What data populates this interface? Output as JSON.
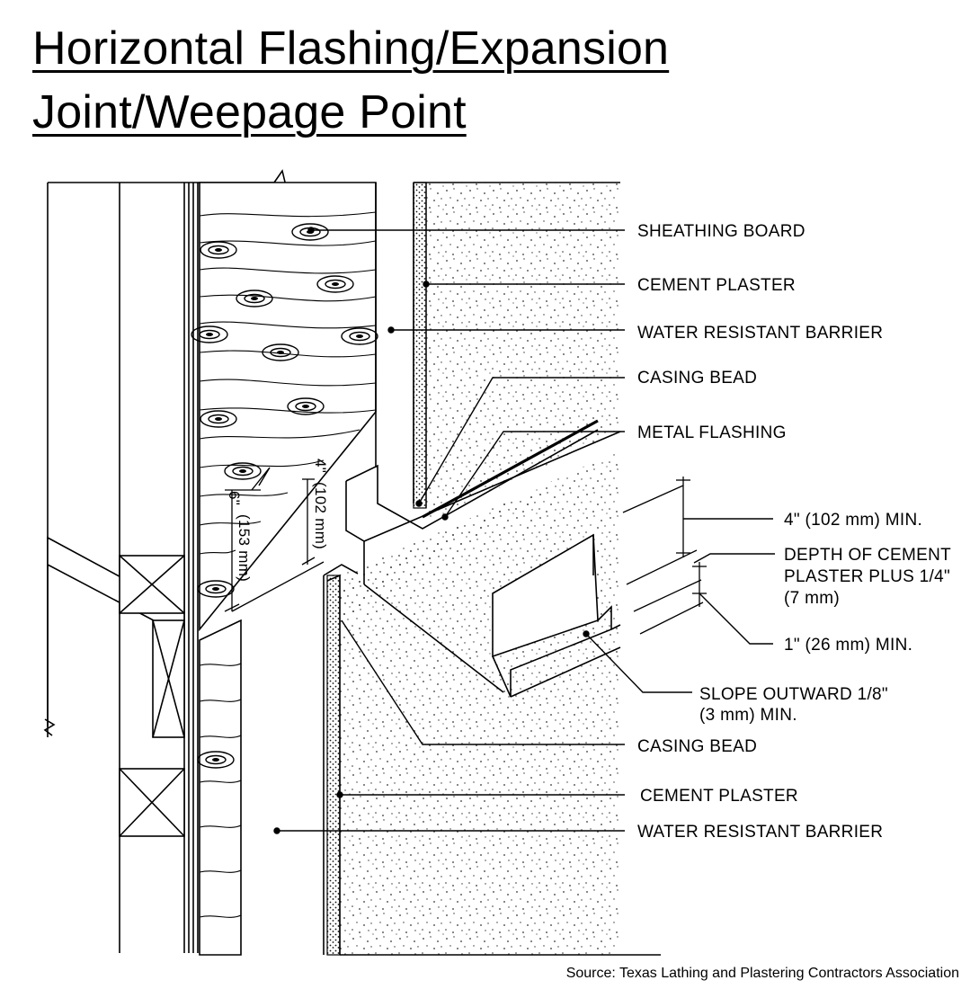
{
  "title": {
    "line1": "Horizontal Flashing/Expansion",
    "line2": "Joint/Weepage Point"
  },
  "labels": {
    "sheathing_board": "SHEATHING BOARD",
    "cement_plaster_top": "CEMENT PLASTER",
    "wrb_top": "WATER RESISTANT BARRIER",
    "casing_bead_top": "CASING BEAD",
    "metal_flashing": "METAL FLASHING",
    "dim_4in": "4\" (102 mm) MIN.",
    "depth_line1": "DEPTH OF CEMENT",
    "depth_line2": "PLASTER PLUS 1/4\"",
    "depth_line3": "(7 mm)",
    "dim_1in": "1\" (26 mm) MIN.",
    "slope_line1": "SLOPE OUTWARD 1/8\"",
    "slope_line2": "(3 mm) MIN.",
    "casing_bead_bottom": "CASING BEAD",
    "cement_plaster_bottom": "CEMENT PLASTER",
    "wrb_bottom": "WATER RESISTANT BARRIER",
    "dim_153": "(153 mm)",
    "dim_6": "6\"",
    "dim_102_rot": "(102 mm)",
    "dim_4_rot": "4\""
  },
  "source": "Source: Texas Lathing and Plastering Contractors Association"
}
